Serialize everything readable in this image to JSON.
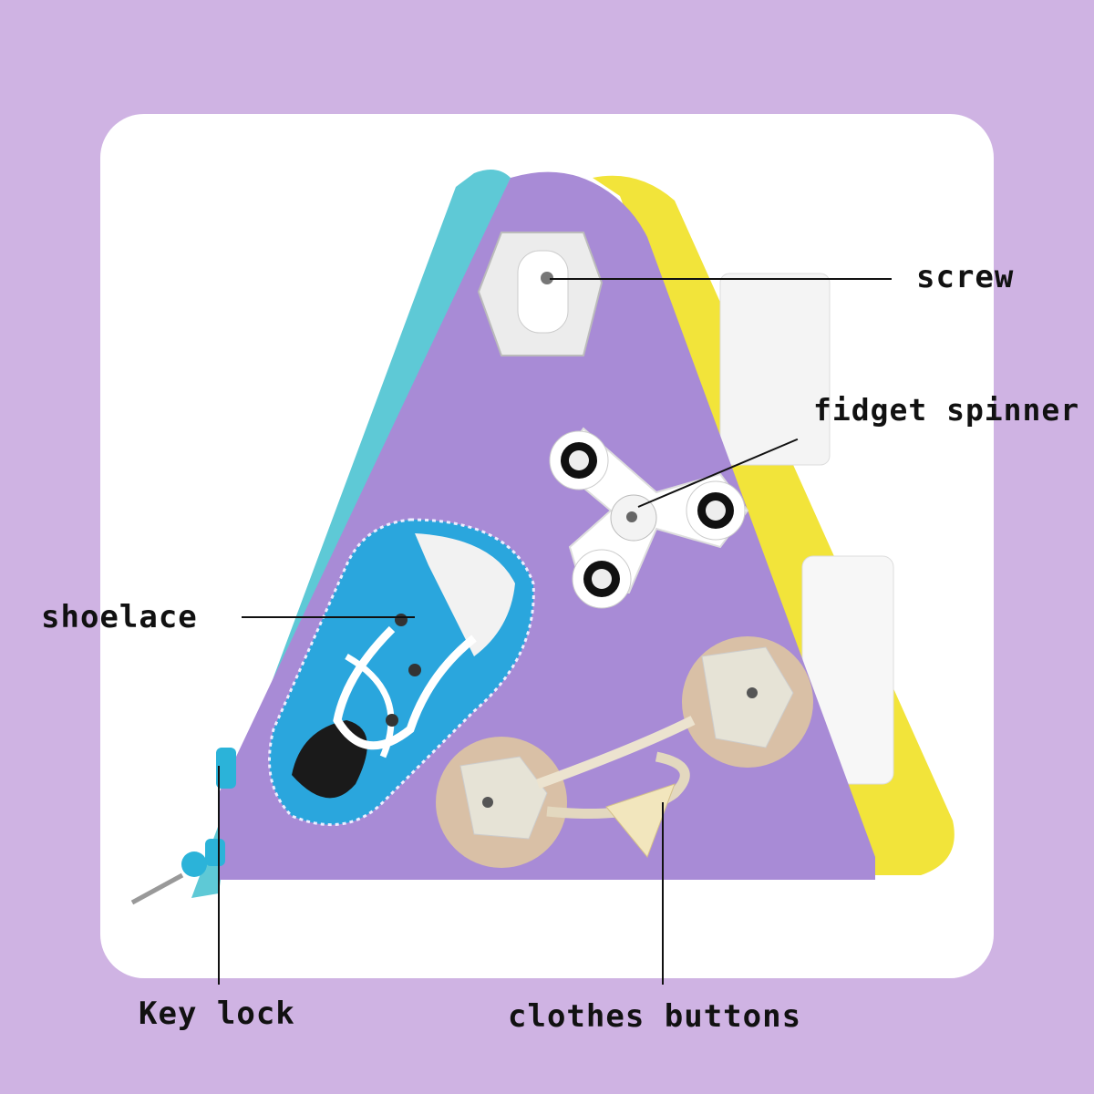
{
  "labels": {
    "screw": "screw",
    "fidget_spinner": "fidget spinner",
    "shoelace": "shoelace",
    "key_lock": "Key lock",
    "clothes_buttons": "clothes buttons"
  },
  "colors": {
    "background": "#cfb3e3",
    "card": "#ffffff",
    "board_face": "#a88bd6",
    "left_edge": "#5ec9d6",
    "right_edge": "#f2e43a",
    "shoe": "#2aa6dd",
    "button_pad": "#d9c0a6"
  }
}
